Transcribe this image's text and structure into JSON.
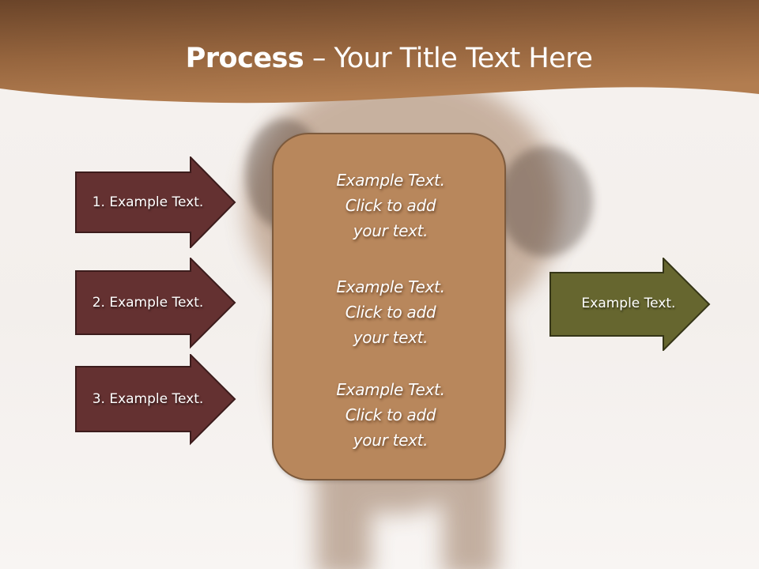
{
  "slide": {
    "title": {
      "bold": "Process",
      "rest": " – Your Title Text Here"
    },
    "colors": {
      "header_dark": "#6e4a2e",
      "header_light": "#b27d50",
      "left_arrow_fill": "#643131",
      "left_arrow_border": "#3c1c1c",
      "right_arrow_fill": "#66662f",
      "right_arrow_border": "#353517",
      "center_box_fill": "#b8875c",
      "center_box_border": "#7d5a3c"
    },
    "left_arrows": [
      {
        "label": "1. Example Text."
      },
      {
        "label": "2. Example Text."
      },
      {
        "label": "3. Example Text."
      }
    ],
    "center_box": {
      "blocks": [
        {
          "line1": "Example Text.",
          "line2": "Click  to add",
          "line3": "your text."
        },
        {
          "line1": "Example Text.",
          "line2": "Click  to add",
          "line3": "your text."
        },
        {
          "line1": "Example Text.",
          "line2": "Click  to add",
          "line3": "your text."
        }
      ]
    },
    "right_arrow": {
      "label": "Example Text."
    }
  }
}
